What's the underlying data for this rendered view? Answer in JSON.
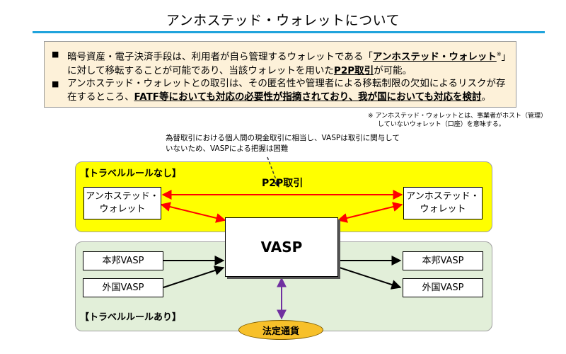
{
  "title": "アンホステッド・ウォレットについて",
  "summary": {
    "bullet_mark": "■",
    "b1_pre": "暗号資産・電子決済手段は、利用者が自ら管理するウォレットである「",
    "b1_term": "アンホステッド・ウォレット",
    "b1_sup": "※",
    "b1_mid": "」に対して移転することが可能であり、当該ウォレットを用いた",
    "b1_p2p": "P2P取引",
    "b1_post": "が可能。",
    "b2_pre": "アンホステッド・ウォレットとの取引は、その匿名性や管理者による移転制限の欠如によるリスクが存在するところ、",
    "b2_bold": "FATF等においても対応の必要性が指摘されており、我が国においても対応を検討",
    "b2_post": "。"
  },
  "footnote": {
    "line1": "※ アンホステッド・ウォレットとは、事業者がホスト（管理）",
    "line2": "していないウォレット（口座）を意味する。"
  },
  "callout": {
    "line1": "為替取引における個人間の現金取引に相当し、VASPは取引に関与して",
    "line2": "いないため、VASPによる把握は困難"
  },
  "zones": {
    "no_rule": "【トラベルルールなし】",
    "with_rule": "【トラベルルールあり】"
  },
  "nodes": {
    "unhosted_left_l1": "アンホステッド・",
    "unhosted_left_l2": "ウォレット",
    "unhosted_right_l1": "アンホステッド・",
    "unhosted_right_l2": "ウォレット",
    "vasp": "VASP",
    "domestic_left": "本邦VASP",
    "foreign_left": "外国VASP",
    "domestic_right": "本邦VASP",
    "foreign_right": "外国VASP",
    "fiat": "法定通貨"
  },
  "p2p_label": "P2P取引",
  "colors": {
    "title_rule": "#1fa3dc",
    "summary_bg": "#fdf1d9",
    "zone_yellow": "#ffff00",
    "zone_green": "#e2efd9",
    "p2p_arrow": "#ff0000",
    "vasp_arrow": "#000000",
    "fiat_arrow": "#7030a0",
    "fiat_fill": "#f7c02a"
  }
}
